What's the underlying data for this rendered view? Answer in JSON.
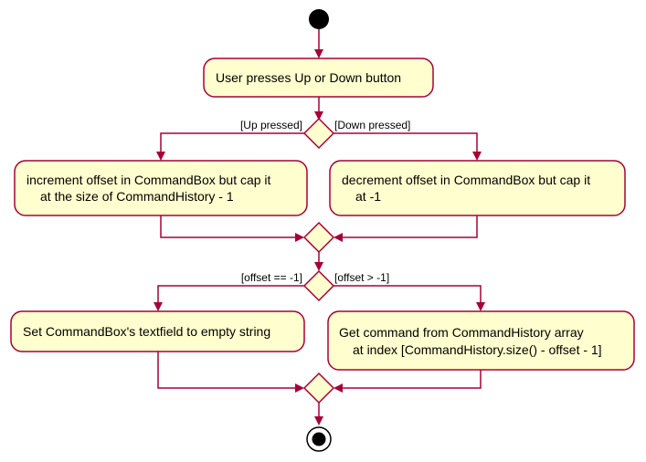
{
  "diagram": {
    "type": "activity-diagram",
    "colors": {
      "activity_fill": "#FEFECE",
      "stroke": "#A80036",
      "node_fill": "#000000",
      "text": "#000000"
    },
    "start": "start-node",
    "end": "end-node",
    "activities": {
      "user_presses": [
        "User presses Up or Down button"
      ],
      "increment": [
        "increment offset in CommandBox but cap it",
        "at the size of CommandHistory - 1"
      ],
      "decrement": [
        "decrement offset in CommandBox but cap it",
        "at -1"
      ],
      "set_empty": [
        "Set CommandBox's textfield to empty string"
      ],
      "get_command": [
        "Get command from CommandHistory array",
        "at index [CommandHistory.size() - offset - 1]"
      ]
    },
    "guards": {
      "up_pressed": "[Up pressed]",
      "down_pressed": "[Down pressed]",
      "offset_eq": "[offset == -1]",
      "offset_gt": "[offset > -1]"
    }
  }
}
